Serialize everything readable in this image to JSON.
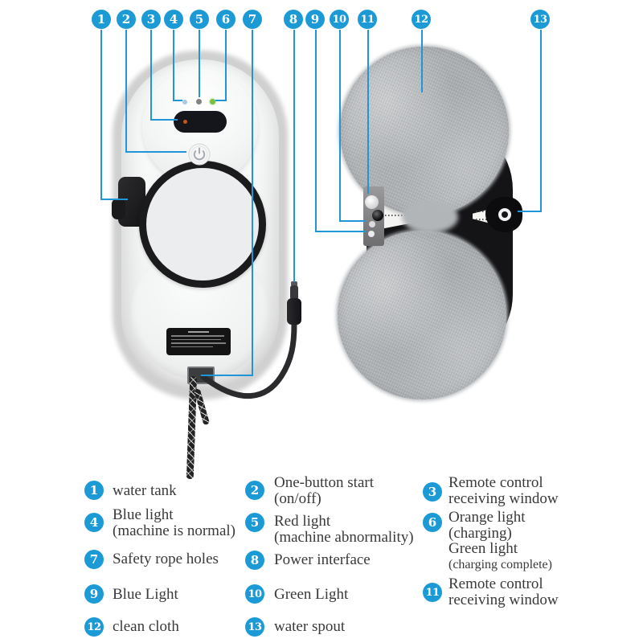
{
  "colors": {
    "accent": "#1b9ad6",
    "leader_line": "#2196d6",
    "legend_text": "#3a3a3a",
    "badge_text": "#ffffff",
    "led_blue": "#a9c9e6",
    "led_gray": "#828286",
    "led_green": "#7bbf3e"
  },
  "callouts": [
    {
      "num": "1"
    },
    {
      "num": "2"
    },
    {
      "num": "3"
    },
    {
      "num": "4"
    },
    {
      "num": "5"
    },
    {
      "num": "6"
    },
    {
      "num": "7"
    },
    {
      "num": "8"
    },
    {
      "num": "9"
    },
    {
      "num": "10"
    },
    {
      "num": "11"
    },
    {
      "num": "12"
    },
    {
      "num": "13"
    }
  ],
  "legend": [
    {
      "num": "1",
      "lines": [
        "water tank"
      ]
    },
    {
      "num": "2",
      "lines": [
        "One-button start",
        "(on/off)"
      ]
    },
    {
      "num": "3",
      "lines": [
        "Remote control",
        "receiving window"
      ]
    },
    {
      "num": "4",
      "lines": [
        "Blue light",
        "(machine is normal)"
      ]
    },
    {
      "num": "5",
      "lines": [
        "Red light",
        "(machine abnormality)"
      ]
    },
    {
      "num": "6",
      "lines": [
        "Orange light",
        "(charging)",
        "Green light",
        "(charging complete)"
      ]
    },
    {
      "num": "7",
      "lines": [
        "Safety rope holes"
      ]
    },
    {
      "num": "8",
      "lines": [
        "Power interface"
      ]
    },
    {
      "num": "9",
      "lines": [
        "Blue Light"
      ]
    },
    {
      "num": "10",
      "lines": [
        "Green Light"
      ]
    },
    {
      "num": "11",
      "lines": [
        "Remote control",
        "receiving window"
      ]
    },
    {
      "num": "12",
      "lines": [
        "clean cloth"
      ]
    },
    {
      "num": "13",
      "lines": [
        "water spout"
      ]
    }
  ]
}
